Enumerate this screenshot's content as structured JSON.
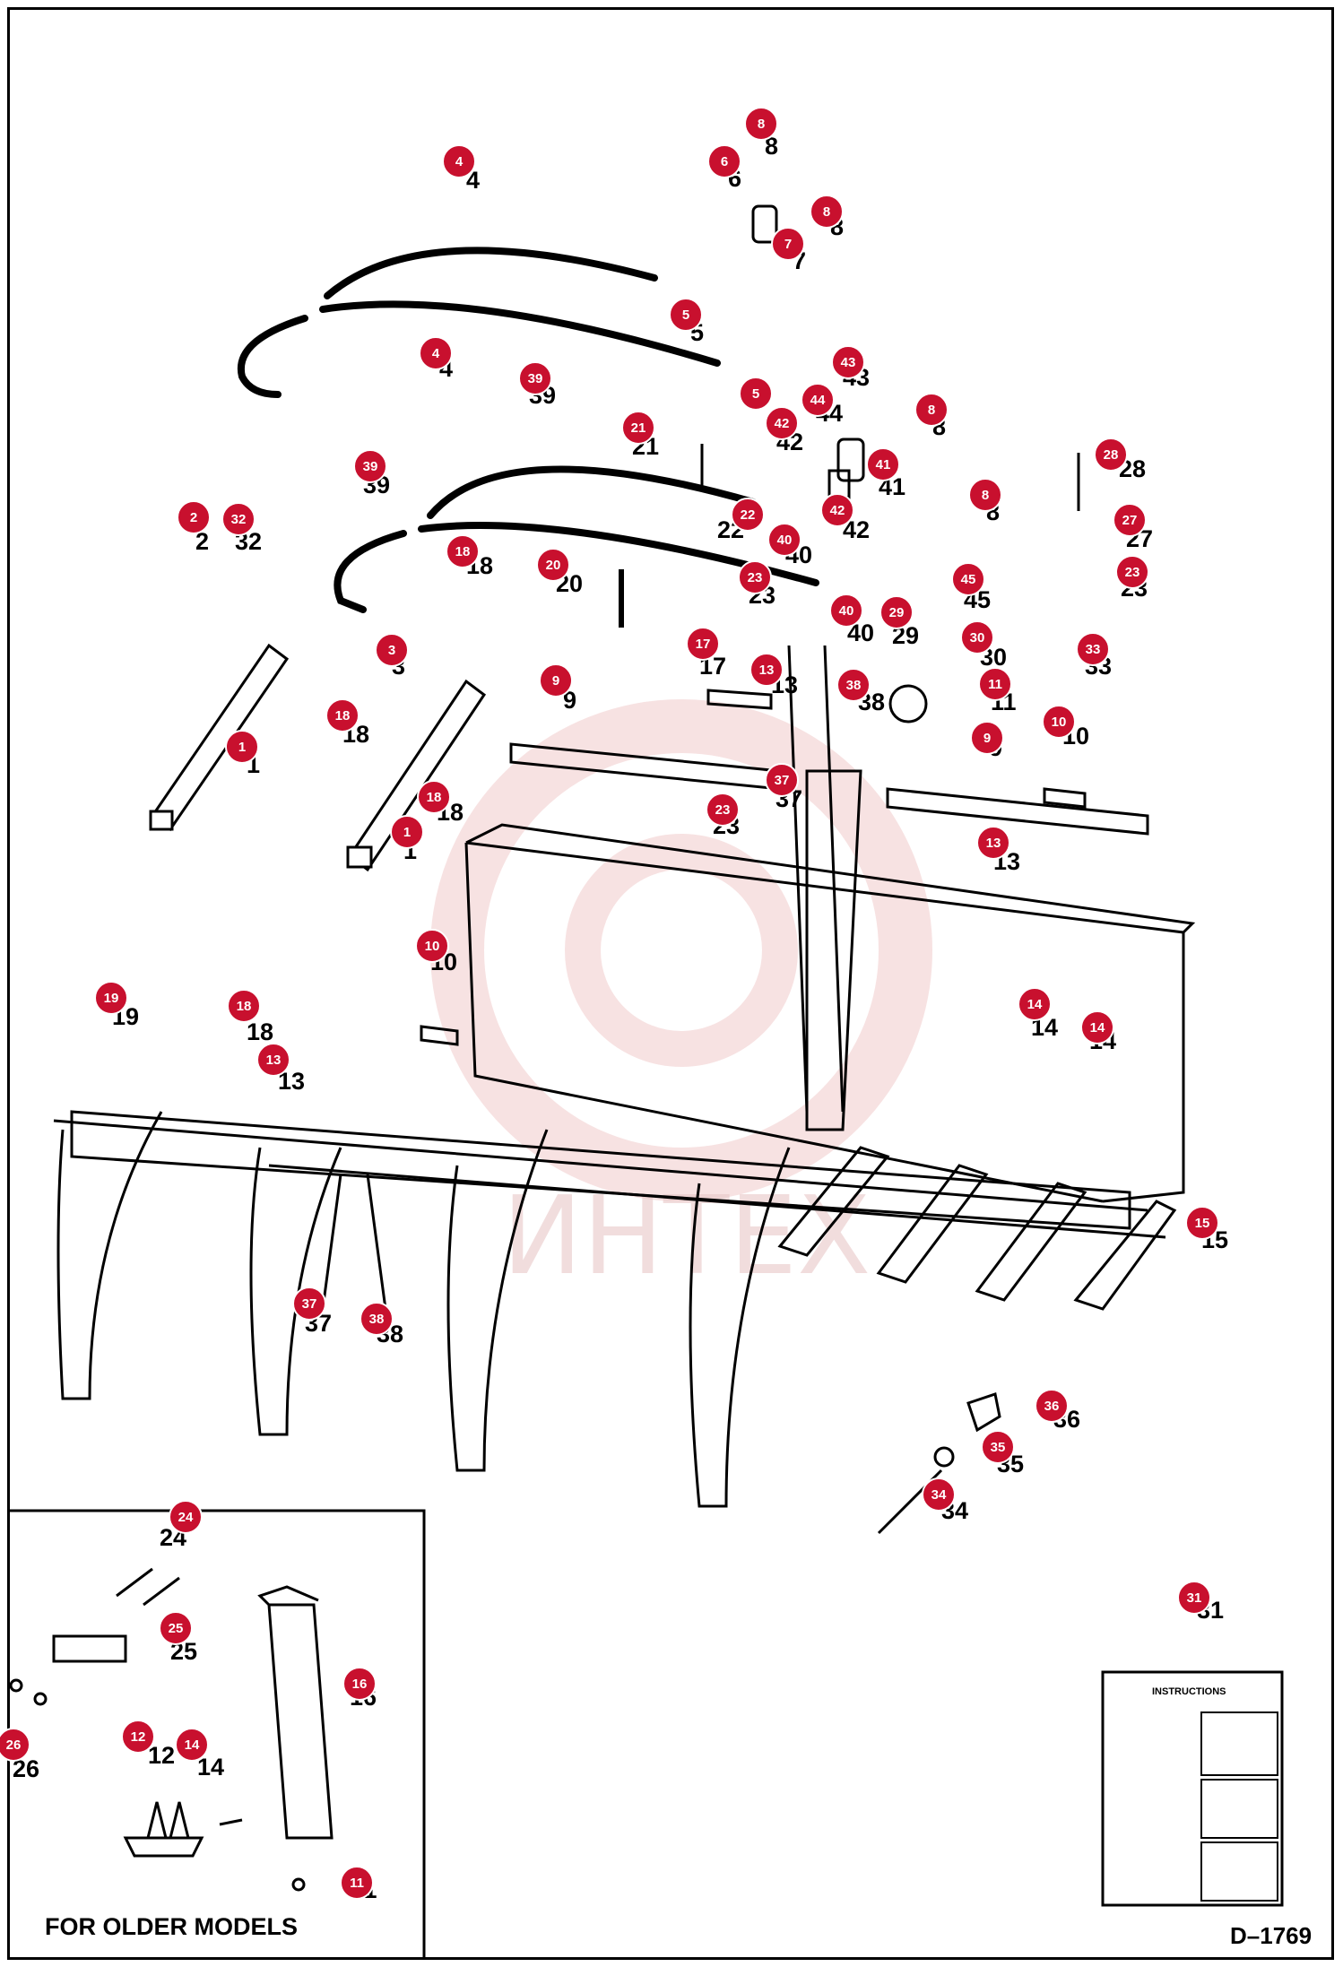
{
  "drawing_id": "D–1769",
  "inset_caption": "FOR OLDER MODELS",
  "watermark": "ИНТЕХ",
  "instruction_sheet_title": "INSTRUCTIONS",
  "callouts": [
    {
      "id": "c-8a",
      "num": "8"
    },
    {
      "id": "c-6",
      "num": "6"
    },
    {
      "id": "c-4a",
      "num": "4"
    },
    {
      "id": "c-8b",
      "num": "8"
    },
    {
      "id": "c-7",
      "num": "7"
    },
    {
      "id": "c-5a",
      "num": "5"
    },
    {
      "id": "c-4b",
      "num": "4"
    },
    {
      "id": "c-5b",
      "num": "5"
    },
    {
      "id": "c-43",
      "num": "43"
    },
    {
      "id": "c-44",
      "num": "44"
    },
    {
      "id": "c-42a",
      "num": "42"
    },
    {
      "id": "c-8c",
      "num": "8"
    },
    {
      "id": "c-39a",
      "num": "39"
    },
    {
      "id": "c-21",
      "num": "21"
    },
    {
      "id": "c-41",
      "num": "41"
    },
    {
      "id": "c-8d",
      "num": "8"
    },
    {
      "id": "c-42b",
      "num": "42"
    },
    {
      "id": "c-28",
      "num": "28"
    },
    {
      "id": "c-27",
      "num": "27"
    },
    {
      "id": "c-39b",
      "num": "39"
    },
    {
      "id": "c-2",
      "num": "2"
    },
    {
      "id": "c-32",
      "num": "32"
    },
    {
      "id": "c-22",
      "num": "22"
    },
    {
      "id": "c-40a",
      "num": "40"
    },
    {
      "id": "c-18a",
      "num": "18"
    },
    {
      "id": "c-20",
      "num": "20"
    },
    {
      "id": "c-23a",
      "num": "23"
    },
    {
      "id": "c-45",
      "num": "45"
    },
    {
      "id": "c-23b",
      "num": "23"
    },
    {
      "id": "c-40b",
      "num": "40"
    },
    {
      "id": "c-29",
      "num": "29"
    },
    {
      "id": "c-3",
      "num": "3"
    },
    {
      "id": "c-17",
      "num": "17"
    },
    {
      "id": "c-13a",
      "num": "13"
    },
    {
      "id": "c-30",
      "num": "30"
    },
    {
      "id": "c-33",
      "num": "33"
    },
    {
      "id": "c-9a",
      "num": "9"
    },
    {
      "id": "c-38a",
      "num": "38"
    },
    {
      "id": "c-11a",
      "num": "11"
    },
    {
      "id": "c-1a",
      "num": "1"
    },
    {
      "id": "c-18b",
      "num": "18"
    },
    {
      "id": "c-10a",
      "num": "10"
    },
    {
      "id": "c-9b",
      "num": "9"
    },
    {
      "id": "c-37a",
      "num": "37"
    },
    {
      "id": "c-18c",
      "num": "18"
    },
    {
      "id": "c-23c",
      "num": "23"
    },
    {
      "id": "c-1b",
      "num": "1"
    },
    {
      "id": "c-13b",
      "num": "13"
    },
    {
      "id": "c-10b",
      "num": "10"
    },
    {
      "id": "c-19",
      "num": "19"
    },
    {
      "id": "c-18d",
      "num": "18"
    },
    {
      "id": "c-14a",
      "num": "14"
    },
    {
      "id": "c-14b",
      "num": "14"
    },
    {
      "id": "c-13c",
      "num": "13"
    },
    {
      "id": "c-15",
      "num": "15"
    },
    {
      "id": "c-37b",
      "num": "37"
    },
    {
      "id": "c-38b",
      "num": "38"
    },
    {
      "id": "c-36",
      "num": "36"
    },
    {
      "id": "c-35",
      "num": "35"
    },
    {
      "id": "c-34",
      "num": "34"
    },
    {
      "id": "c-24",
      "num": "24"
    },
    {
      "id": "c-25",
      "num": "25"
    },
    {
      "id": "c-16",
      "num": "16"
    },
    {
      "id": "c-31",
      "num": "31"
    },
    {
      "id": "c-26",
      "num": "26"
    },
    {
      "id": "c-12",
      "num": "12"
    },
    {
      "id": "c-14c",
      "num": "14"
    },
    {
      "id": "c-11b",
      "num": "11"
    }
  ]
}
